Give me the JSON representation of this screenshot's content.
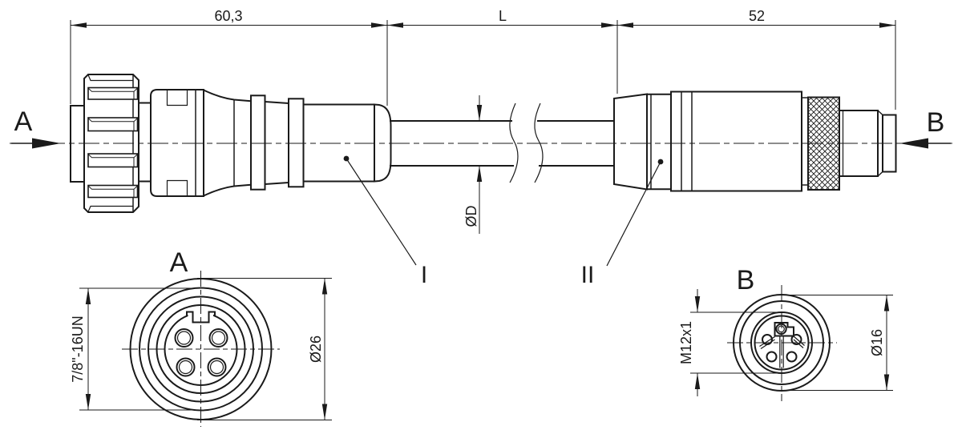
{
  "side_view": {
    "dim_connector_a": "60,3",
    "dim_cable_length": "L",
    "dim_connector_b": "52",
    "dim_cable_diameter": "ØD",
    "end_a": "A",
    "end_b": "B",
    "callout_a": "I",
    "callout_b": "II"
  },
  "front_view_a": {
    "title": "A",
    "thread": "7/8\"-16UN",
    "diameter": "Ø26"
  },
  "front_view_b": {
    "title": "B",
    "thread": "M12x1",
    "diameter": "Ø16"
  },
  "colors": {
    "line": "#1a1a1a",
    "background": "#ffffff"
  }
}
